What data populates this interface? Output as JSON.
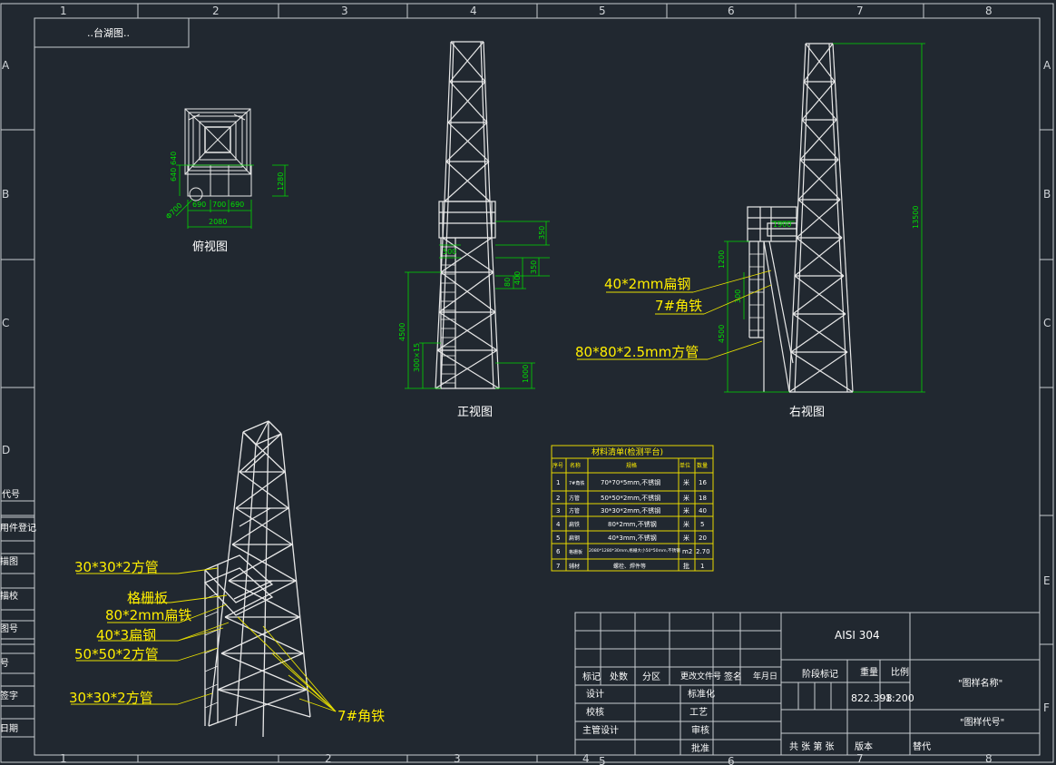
{
  "grid": {
    "columns": [
      "1",
      "2",
      "3",
      "4",
      "5",
      "6",
      "7",
      "8"
    ],
    "bottom_columns": [
      "1",
      "2",
      "3",
      "4",
      "5",
      "6",
      "7",
      "8"
    ],
    "rows": [
      "A",
      "B",
      "C",
      "D",
      "E",
      "F"
    ]
  },
  "corner_label": "..台湖图..",
  "left_strip": [
    "代号",
    "用件登记",
    "描图",
    "描校",
    "图号",
    "号",
    "签字",
    "日期"
  ],
  "views": {
    "top": {
      "caption": "俯视图",
      "dims": {
        "d1": "640",
        "d2": "640",
        "d3": "1280",
        "d4": "690",
        "d5": "700",
        "d6": "690",
        "d7": "2080",
        "d8": "Φ700"
      }
    },
    "front": {
      "caption": "正视图",
      "dims": {
        "h1": "4500",
        "h2": "300×15",
        "h3": "500",
        "h4": "350",
        "h5": "350",
        "h6": "80",
        "h7": "400",
        "h8": "1000"
      }
    },
    "right": {
      "caption": "右视图",
      "dims": {
        "w1": "1900",
        "h1": "1200",
        "h2": "300",
        "h3": "4500",
        "h4": "13500"
      },
      "labels": [
        "40*2mm扁钢",
        "7#角铁",
        "80*80*2.5mm方管"
      ]
    },
    "iso": {
      "labels": [
        "30*30*2方管",
        "格栅板",
        "80*2mm扁铁",
        "40*3扁钢",
        "50*50*2方管",
        "30*30*2方管"
      ],
      "angle_label": "7#角铁"
    }
  },
  "bom": {
    "title": "材料清单(检测平台)",
    "headers": [
      "序号",
      "名称",
      "规格",
      "单位",
      "数量"
    ],
    "rows": [
      [
        "1",
        "7#角铁",
        "70*70*5mm,不锈钢",
        "米",
        "16"
      ],
      [
        "2",
        "方管",
        "50*50*2mm,不锈钢",
        "米",
        "18"
      ],
      [
        "3",
        "方管",
        "30*30*2mm,不锈钢",
        "米",
        "40"
      ],
      [
        "4",
        "扁铁",
        "80*2mm,不锈钢",
        "米",
        "5"
      ],
      [
        "5",
        "扁钢",
        "40*3mm,不锈钢",
        "米",
        "20"
      ],
      [
        "6",
        "格栅板",
        "2080*1280*30mm,格栅大小50*50mm,不锈钢",
        "m2",
        "2.70"
      ],
      [
        "7",
        "辅材",
        "螺栓、焊件等",
        "批",
        "1"
      ]
    ]
  },
  "title_block": {
    "material": "AISI 304",
    "rev_headers": [
      "标记",
      "处数",
      "分区",
      "更改文件号",
      "签名",
      "年月日"
    ],
    "design": "设计",
    "check": "校核",
    "chief": "主管设计",
    "standard": "标准化",
    "craft": "工艺",
    "review": "审核",
    "approve": "批准",
    "stage_mark": "阶段标记",
    "weight": "重量",
    "scale": "比例",
    "weight_value": "822.398",
    "scale_value": "1:200",
    "drawing_name": "\"图样名称\"",
    "drawing_code": "\"图样代号\"",
    "sheets": "共 张 第 张",
    "version": "版本",
    "replace": "替代"
  }
}
